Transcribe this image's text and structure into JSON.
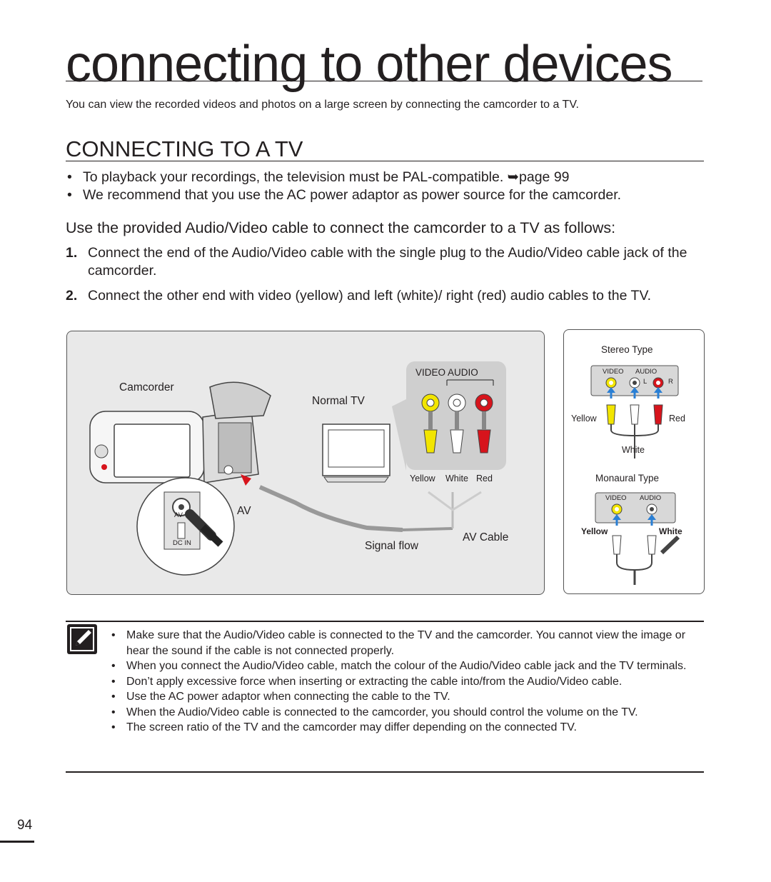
{
  "chapter_title": "connecting to other devices",
  "intro": "You can view the recorded videos and photos on a large screen by connecting the camcorder to a TV.",
  "section_title": "CONNECTING TO A TV",
  "bullets": [
    "To playback your recordings, the television must be PAL-compatible. ➥page 99",
    "We recommend that you use the AC power adaptor as power source for the camcorder."
  ],
  "lead": "Use the provided Audio/Video cable to connect the camcorder to a TV as follows:",
  "steps": [
    {
      "num": "1.",
      "text": "Connect the end of the Audio/Video cable with the single plug to the Audio/Video cable jack of the camcorder."
    },
    {
      "num": "2.",
      "text": "Connect the other end with video (yellow) and left (white)/ right (red) audio cables to the TV."
    }
  ],
  "figure": {
    "camcorder_label": "Camcorder",
    "normal_tv_label": "Normal TV",
    "video_audio_label": "VIDEO  AUDIO",
    "plug_labels": [
      "Yellow",
      "White",
      "Red"
    ],
    "av_label": "AV",
    "av_small_label": "AV",
    "dcin_label": "DC IN",
    "av_cable_label": "AV Cable",
    "signal_flow_label": "Signal flow"
  },
  "side": {
    "stereo_title": "Stereo Type",
    "stereo_video": "VIDEO",
    "stereo_audio": "AUDIO",
    "stereo_l": "L",
    "stereo_r": "R",
    "stereo_yellow": "Yellow",
    "stereo_red": "Red",
    "stereo_white": "White",
    "mono_title": "Monaural Type",
    "mono_video": "VIDEO",
    "mono_audio": "AUDIO",
    "mono_yellow": "Yellow",
    "mono_white": "White"
  },
  "notes": [
    "Make sure that the Audio/Video cable is connected to the TV and the camcorder. You cannot view the image or hear the sound if the cable is not connected properly.",
    "When you connect the Audio/Video cable, match the colour of the Audio/Video cable jack and the TV terminals.",
    "Don’t apply excessive force when inserting or extracting the cable into/from the Audio/Video cable.",
    "Use the AC power adaptor when connecting the cable to the TV.",
    "When the Audio/Video cable is connected to the camcorder, you should control the volume on the TV.",
    "The screen ratio of the TV and the camcorder may differ depending on the connected TV."
  ],
  "page_number": "94",
  "colors": {
    "yellow": "#f2e500",
    "red": "#d7141c",
    "white": "#ffffff",
    "blue_arrow": "#2a7fd4"
  }
}
